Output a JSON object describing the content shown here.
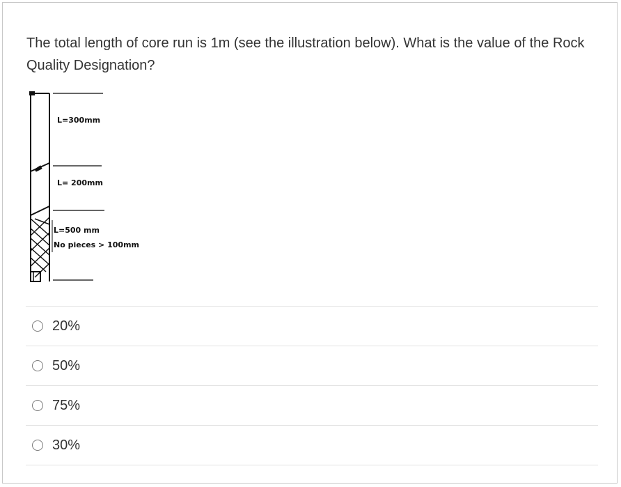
{
  "question": {
    "text": "The total length of core run is 1m (see the illustration below). What is the value of the Rock Quality Designation?"
  },
  "figure": {
    "label_1": "L=300mm",
    "label_2": "L= 200mm",
    "label_3": "L=500 mm",
    "label_4": "No pieces > 100mm"
  },
  "options": [
    {
      "label": "20%"
    },
    {
      "label": "50%"
    },
    {
      "label": "75%"
    },
    {
      "label": "30%"
    }
  ]
}
